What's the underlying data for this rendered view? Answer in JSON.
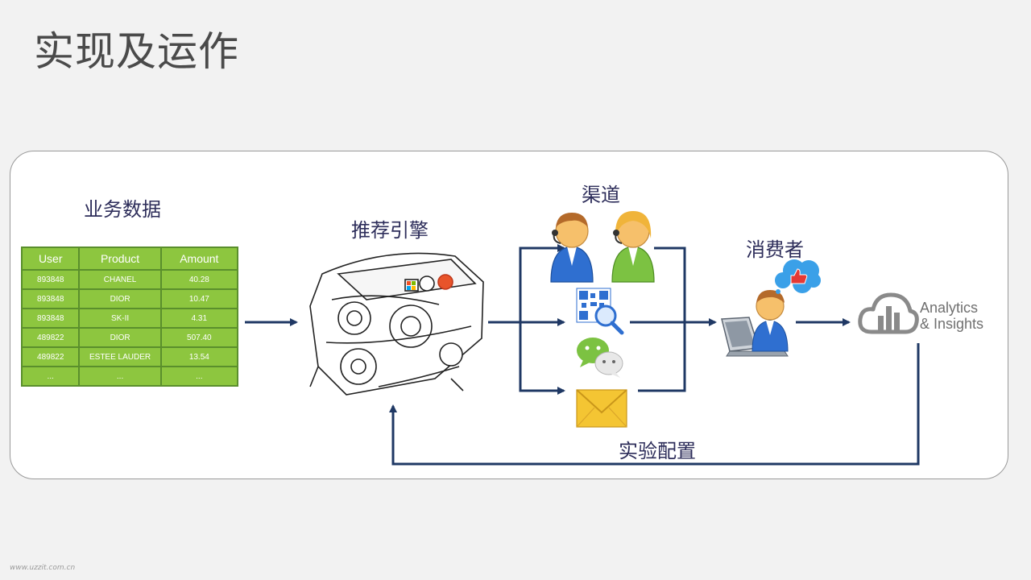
{
  "slide": {
    "title": "实现及运作",
    "watermark": "www.uzzit.com.cn"
  },
  "diagram": {
    "business_data_label": "业务数据",
    "engine_label": "推荐引擎",
    "channels_label": "渠道",
    "consumer_label": "消费者",
    "experiment_label": "实验配置",
    "analytics_line1": "Analytics",
    "analytics_line2": "& Insights"
  },
  "table": {
    "headers": [
      "User",
      "Product",
      "Amount"
    ],
    "rows": [
      [
        "893848",
        "CHANEL",
        "40.28"
      ],
      [
        "893848",
        "DIOR",
        "10.47"
      ],
      [
        "893848",
        "SK-II",
        "4.31"
      ],
      [
        "489822",
        "DIOR",
        "507.40"
      ],
      [
        "489822",
        "ESTEE LAUDER",
        "13.54"
      ],
      [
        "...",
        "...",
        "..."
      ]
    ]
  },
  "colors": {
    "arrow": "#1f3864",
    "table_fill": "#8dc63f",
    "table_border": "#5a8f2c"
  }
}
